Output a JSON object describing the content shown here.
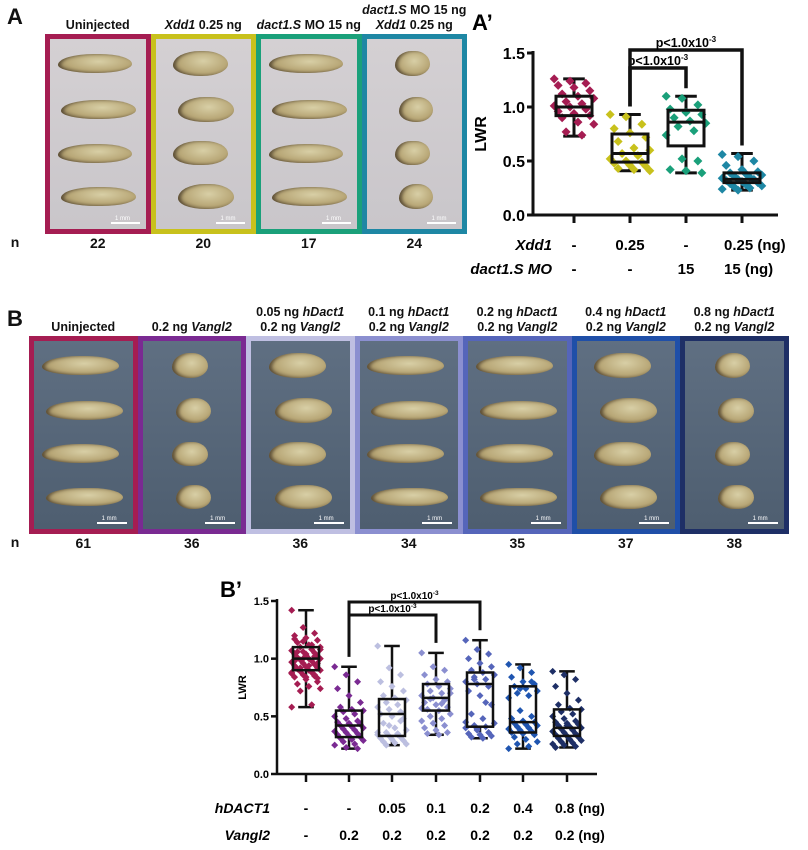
{
  "panelA": {
    "letter": "A",
    "n_label": "n",
    "conditions": [
      {
        "label_lines": [
          [
            {
              "t": "Uninjected",
              "i": false
            }
          ]
        ],
        "frame_color": "#a51d52",
        "n": "22",
        "shape": "straight",
        "scale_label": "1 mm"
      },
      {
        "label_lines": [
          [
            {
              "t": "Xdd1",
              "i": true
            },
            {
              "t": " 0.25 ng",
              "i": false
            }
          ]
        ],
        "frame_color": "#c8c11c",
        "n": "20",
        "shape": "bent",
        "scale_label": "1 mm"
      },
      {
        "label_lines": [
          [
            {
              "t": "dact1.S",
              "i": true
            },
            {
              "t": " MO 15 ng",
              "i": false
            }
          ]
        ],
        "frame_color": "#1aa07a",
        "n": "17",
        "shape": "straight",
        "scale_label": "1 mm"
      },
      {
        "label_lines": [
          [
            {
              "t": "dact1.S",
              "i": true
            },
            {
              "t": " MO 15 ng",
              "i": false
            }
          ],
          [
            {
              "t": "Xdd1",
              "i": true
            },
            {
              "t": " 0.25 ng",
              "i": false
            }
          ]
        ],
        "frame_color": "#1e87a4",
        "n": "24",
        "shape": "round",
        "scale_label": "1 mm"
      }
    ]
  },
  "panelB": {
    "letter": "B",
    "n_label": "n",
    "conditions": [
      {
        "label_lines": [
          [
            {
              "t": "Uninjected",
              "i": false
            }
          ]
        ],
        "frame_color": "#a51d52",
        "n": "61",
        "shape": "straight",
        "scale_label": "1 mm"
      },
      {
        "label_lines": [
          [
            {
              "t": "0.2 ng ",
              "i": false
            },
            {
              "t": "Vangl2",
              "i": true
            }
          ]
        ],
        "frame_color": "#7a2a92",
        "n": "36",
        "shape": "round",
        "scale_label": "1 mm"
      },
      {
        "label_lines": [
          [
            {
              "t": "0.05 ng ",
              "i": false
            },
            {
              "t": "hDact1",
              "i": true
            }
          ],
          [
            {
              "t": "0.2 ng ",
              "i": false
            },
            {
              "t": "Vangl2",
              "i": true
            }
          ]
        ],
        "frame_color": "#bfbfe2",
        "n": "36",
        "shape": "bent",
        "scale_label": "1 mm"
      },
      {
        "label_lines": [
          [
            {
              "t": "0.1 ng ",
              "i": false
            },
            {
              "t": "hDact1",
              "i": true
            }
          ],
          [
            {
              "t": "0.2 ng ",
              "i": false
            },
            {
              "t": "Vangl2",
              "i": true
            }
          ]
        ],
        "frame_color": "#8b8fd0",
        "n": "34",
        "shape": "straight",
        "scale_label": "1 mm"
      },
      {
        "label_lines": [
          [
            {
              "t": "0.2 ng ",
              "i": false
            },
            {
              "t": "hDact1",
              "i": true
            }
          ],
          [
            {
              "t": "0.2 ng ",
              "i": false
            },
            {
              "t": "Vangl2",
              "i": true
            }
          ]
        ],
        "frame_color": "#5565ba",
        "n": "35",
        "shape": "straight",
        "scale_label": "1 mm"
      },
      {
        "label_lines": [
          [
            {
              "t": "0.4 ng ",
              "i": false
            },
            {
              "t": "hDact1",
              "i": true
            }
          ],
          [
            {
              "t": "0.2 ng ",
              "i": false
            },
            {
              "t": "Vangl2",
              "i": true
            }
          ]
        ],
        "frame_color": "#1f4fa8",
        "n": "37",
        "shape": "bent",
        "scale_label": "1 mm"
      },
      {
        "label_lines": [
          [
            {
              "t": "0.8 ng ",
              "i": false
            },
            {
              "t": "hDact1",
              "i": true
            }
          ],
          [
            {
              "t": "0.2 ng ",
              "i": false
            },
            {
              "t": "Vangl2",
              "i": true
            }
          ]
        ],
        "frame_color": "#1e2f66",
        "n": "38",
        "shape": "round",
        "scale_label": "1 mm"
      }
    ]
  },
  "chart_data": [
    {
      "id": "A-prime",
      "panel_letter": "A’",
      "type": "box",
      "ylabel": "LWR",
      "ylim": [
        0,
        1.5
      ],
      "yticks": [
        "0.0",
        "0.5",
        "1.0",
        "1.5"
      ],
      "grid": false,
      "row_labels": [
        {
          "name": "Xdd1",
          "values": [
            "-",
            "0.25",
            "-",
            "0.25 (ng)"
          ]
        },
        {
          "name": "dact1.S MO",
          "values": [
            "-",
            "-",
            "15",
            "15 (ng)"
          ]
        }
      ],
      "groups": [
        {
          "color": "#a51d52",
          "min": 0.73,
          "q1": 0.92,
          "median": 1.0,
          "q3": 1.1,
          "max": 1.26,
          "points": [
            1.26,
            1.24,
            1.22,
            1.2,
            1.18,
            1.15,
            1.12,
            1.1,
            1.08,
            1.05,
            1.03,
            1.01,
            1.0,
            0.98,
            0.96,
            0.94,
            0.92,
            0.9,
            0.86,
            0.84,
            0.77,
            0.74
          ]
        },
        {
          "color": "#c8c11c",
          "min": 0.41,
          "q1": 0.49,
          "median": 0.57,
          "q3": 0.75,
          "max": 0.93,
          "points": [
            0.93,
            0.91,
            0.84,
            0.8,
            0.76,
            0.72,
            0.68,
            0.62,
            0.6,
            0.57,
            0.55,
            0.52,
            0.5,
            0.49,
            0.48,
            0.46,
            0.45,
            0.43,
            0.42,
            0.41
          ]
        },
        {
          "color": "#1aa07a",
          "min": 0.39,
          "q1": 0.64,
          "median": 0.86,
          "q3": 0.97,
          "max": 1.1,
          "points": [
            1.1,
            1.08,
            1.02,
            0.98,
            0.95,
            0.93,
            0.9,
            0.87,
            0.85,
            0.82,
            0.78,
            0.74,
            0.52,
            0.5,
            0.42,
            0.41,
            0.39
          ]
        },
        {
          "color": "#1e87a4",
          "min": 0.23,
          "q1": 0.3,
          "median": 0.33,
          "q3": 0.39,
          "max": 0.57,
          "points": [
            0.56,
            0.54,
            0.5,
            0.46,
            0.42,
            0.4,
            0.39,
            0.38,
            0.37,
            0.36,
            0.35,
            0.34,
            0.33,
            0.33,
            0.32,
            0.31,
            0.3,
            0.29,
            0.28,
            0.27,
            0.26,
            0.25,
            0.24,
            0.23
          ]
        }
      ],
      "significance": [
        {
          "from": 1,
          "to": 2,
          "label_main": "p<1.0x10",
          "label_exp": "-3"
        },
        {
          "from": 1,
          "to": 3,
          "label_main": "p<1.0x10",
          "label_exp": "-3"
        }
      ]
    },
    {
      "id": "B-prime",
      "panel_letter": "B’",
      "type": "box",
      "ylabel": "LWR",
      "ylim": [
        0,
        1.5
      ],
      "yticks": [
        "0.0",
        "0.5",
        "1.0",
        "1.5"
      ],
      "grid": false,
      "row_labels": [
        {
          "name": "hDACT1",
          "values": [
            "-",
            "-",
            "0.05",
            "0.1",
            "0.2",
            "0.4",
            "0.8 (ng)"
          ]
        },
        {
          "name": "Vangl2",
          "values": [
            "-",
            "0.2",
            "0.2",
            "0.2",
            "0.2",
            "0.2",
            "0.2 (ng)"
          ]
        }
      ],
      "groups": [
        {
          "color": "#a51d52",
          "min": 0.58,
          "q1": 0.9,
          "median": 1.0,
          "q3": 1.1,
          "max": 1.42,
          "points": [
            1.42,
            1.27,
            1.22,
            1.2,
            1.18,
            1.16,
            1.14,
            1.12,
            1.1,
            1.1,
            1.08,
            1.07,
            1.06,
            1.05,
            1.04,
            1.03,
            1.02,
            1.01,
            1.0,
            1.0,
            0.99,
            0.98,
            0.97,
            0.96,
            0.95,
            0.94,
            0.93,
            0.92,
            0.91,
            0.9,
            0.9,
            0.89,
            0.88,
            0.87,
            0.86,
            0.85,
            0.84,
            0.82,
            0.8,
            0.78,
            0.76,
            0.74,
            0.72,
            0.6,
            0.58,
            1.0,
            1.02,
            0.98,
            1.04,
            0.96,
            1.06,
            0.94,
            1.08,
            0.92,
            1.12,
            0.88,
            1.15,
            0.86,
            1.17,
            0.84,
            0.83
          ]
        },
        {
          "color": "#7a2a92",
          "min": 0.22,
          "q1": 0.32,
          "median": 0.42,
          "q3": 0.55,
          "max": 0.93,
          "points": [
            0.93,
            0.86,
            0.8,
            0.74,
            0.68,
            0.62,
            0.58,
            0.56,
            0.55,
            0.54,
            0.52,
            0.5,
            0.48,
            0.46,
            0.45,
            0.44,
            0.43,
            0.42,
            0.41,
            0.4,
            0.39,
            0.38,
            0.37,
            0.36,
            0.35,
            0.34,
            0.33,
            0.32,
            0.31,
            0.3,
            0.29,
            0.28,
            0.26,
            0.25,
            0.23,
            0.22
          ]
        },
        {
          "color": "#bcbfe0",
          "min": 0.25,
          "q1": 0.33,
          "median": 0.52,
          "q3": 0.65,
          "max": 1.11,
          "points": [
            1.11,
            0.92,
            0.86,
            0.8,
            0.76,
            0.72,
            0.68,
            0.66,
            0.64,
            0.62,
            0.6,
            0.58,
            0.56,
            0.54,
            0.52,
            0.5,
            0.48,
            0.44,
            0.4,
            0.38,
            0.36,
            0.35,
            0.34,
            0.33,
            0.32,
            0.31,
            0.3,
            0.29,
            0.28,
            0.27,
            0.26,
            0.25,
            0.34,
            0.36,
            0.42,
            0.46
          ]
        },
        {
          "color": "#8b8fd0",
          "min": 0.34,
          "q1": 0.55,
          "median": 0.66,
          "q3": 0.78,
          "max": 1.05,
          "points": [
            1.05,
            0.93,
            0.9,
            0.86,
            0.82,
            0.8,
            0.78,
            0.76,
            0.74,
            0.72,
            0.7,
            0.68,
            0.66,
            0.64,
            0.62,
            0.6,
            0.58,
            0.56,
            0.55,
            0.52,
            0.5,
            0.48,
            0.46,
            0.44,
            0.42,
            0.4,
            0.38,
            0.36,
            0.35,
            0.34,
            0.7,
            0.65,
            0.61,
            0.57
          ]
        },
        {
          "color": "#5565ba",
          "min": 0.31,
          "q1": 0.41,
          "median": 0.78,
          "q3": 0.88,
          "max": 1.16,
          "points": [
            1.16,
            1.08,
            1.04,
            1.0,
            0.96,
            0.93,
            0.9,
            0.88,
            0.86,
            0.84,
            0.82,
            0.8,
            0.78,
            0.76,
            0.72,
            0.68,
            0.6,
            0.52,
            0.48,
            0.44,
            0.42,
            0.41,
            0.4,
            0.38,
            0.36,
            0.35,
            0.34,
            0.33,
            0.32,
            0.31,
            0.86,
            0.82,
            0.62,
            0.45,
            0.39
          ]
        },
        {
          "color": "#1f55b0",
          "min": 0.22,
          "q1": 0.36,
          "median": 0.45,
          "q3": 0.76,
          "max": 0.95,
          "points": [
            0.95,
            0.92,
            0.88,
            0.84,
            0.8,
            0.78,
            0.76,
            0.74,
            0.72,
            0.7,
            0.68,
            0.66,
            0.55,
            0.5,
            0.48,
            0.46,
            0.45,
            0.44,
            0.43,
            0.42,
            0.41,
            0.4,
            0.39,
            0.38,
            0.37,
            0.36,
            0.35,
            0.34,
            0.32,
            0.3,
            0.28,
            0.26,
            0.24,
            0.22,
            0.74,
            0.8,
            0.48
          ]
        },
        {
          "color": "#1e2f66",
          "min": 0.23,
          "q1": 0.33,
          "median": 0.4,
          "q3": 0.56,
          "max": 0.89,
          "points": [
            0.89,
            0.86,
            0.82,
            0.76,
            0.7,
            0.64,
            0.6,
            0.57,
            0.56,
            0.54,
            0.52,
            0.5,
            0.48,
            0.46,
            0.45,
            0.44,
            0.43,
            0.42,
            0.41,
            0.4,
            0.39,
            0.38,
            0.37,
            0.36,
            0.35,
            0.34,
            0.33,
            0.32,
            0.31,
            0.3,
            0.29,
            0.28,
            0.27,
            0.26,
            0.25,
            0.24,
            0.23,
            0.42
          ]
        }
      ],
      "significance": [
        {
          "from": 1,
          "to": 3,
          "label_main": "p<1.0x10",
          "label_exp": "-3"
        },
        {
          "from": 1,
          "to": 4,
          "label_main": "p<1.0x10",
          "label_exp": "-3"
        }
      ]
    }
  ]
}
